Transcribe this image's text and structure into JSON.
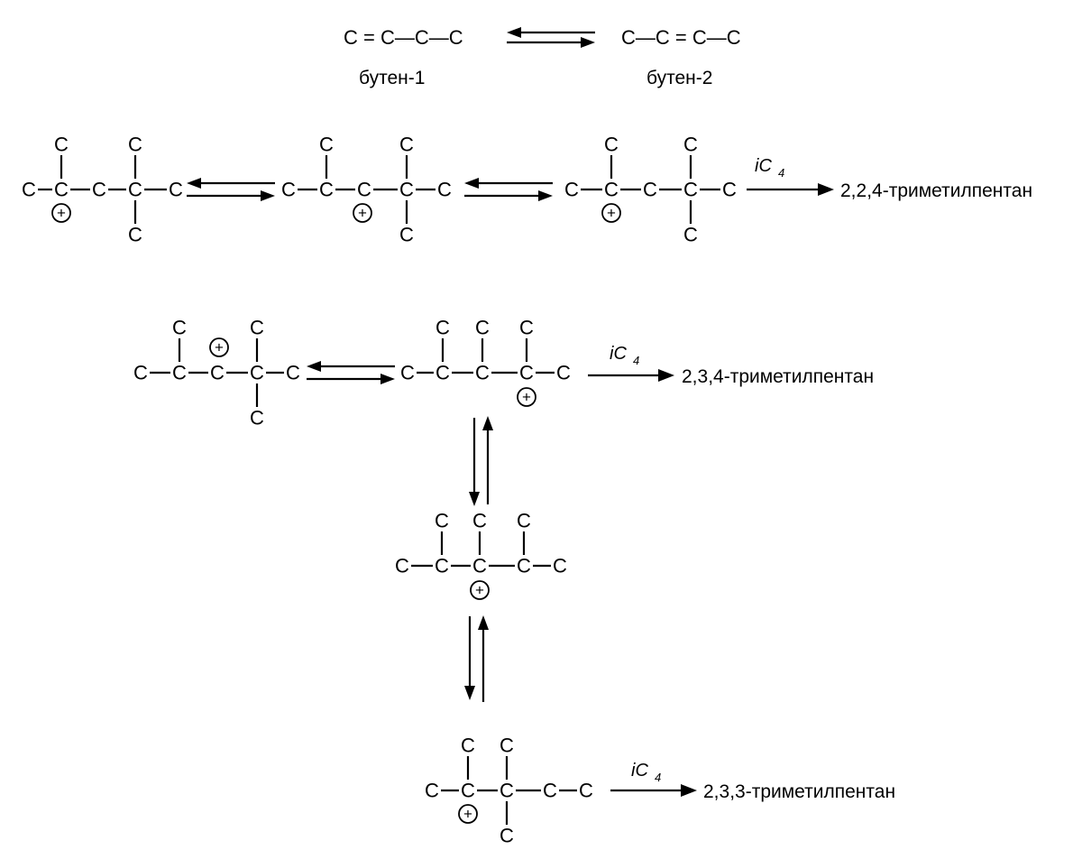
{
  "diagram": {
    "atom_symbol": "C",
    "charge_symbol": "+",
    "isomerization": {
      "left_formula": "C = C—C—C",
      "right_formula": "C—C = C—C",
      "left_label": "бутен-1",
      "right_label": "бутен-2"
    },
    "reagent": {
      "prefix": "iC",
      "subscript": "4"
    },
    "products": {
      "p1": "2,2,4-триметилпентан",
      "p2": "2,3,4-триметилпентан",
      "p3": "2,3,3-триметилпентан"
    }
  }
}
